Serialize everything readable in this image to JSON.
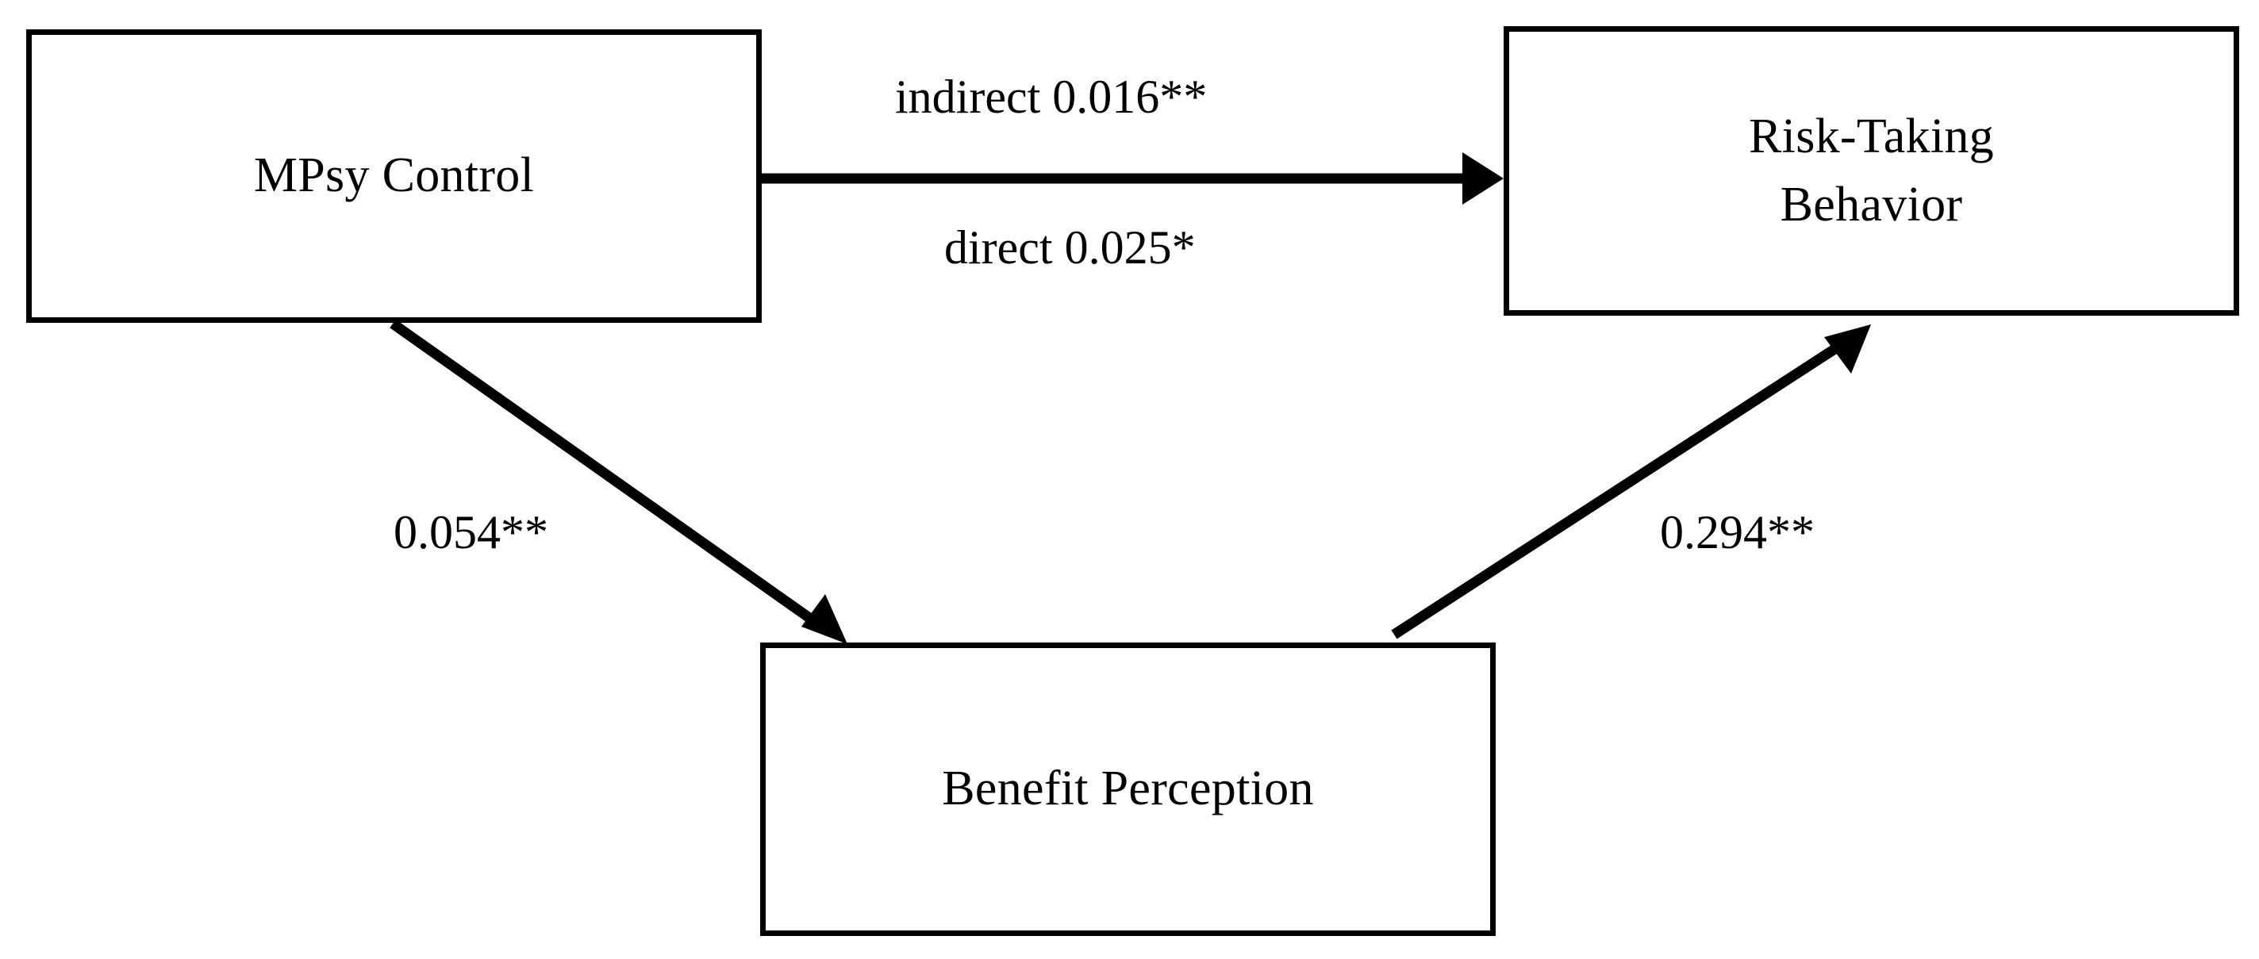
{
  "diagram": {
    "type": "mediation-path-diagram",
    "background_color": "#ffffff",
    "line_color": "#000000",
    "nodes": [
      {
        "id": "mpsy-control",
        "label": "MPsy Control",
        "lines": [
          "MPsy Control"
        ],
        "role": "independent-variable"
      },
      {
        "id": "risk-taking-behavior",
        "label": "Risk-Taking Behavior",
        "lines": [
          "Risk-Taking",
          "Behavior"
        ],
        "role": "dependent-variable"
      },
      {
        "id": "benefit-perception",
        "label": "Benefit Perception",
        "lines": [
          "Benefit Perception"
        ],
        "role": "mediator"
      }
    ],
    "edges": [
      {
        "id": "indirect-effect",
        "from": "mpsy-control",
        "to": "risk-taking-behavior",
        "label": "indirect 0.016**",
        "effect_type": "indirect",
        "coefficient": 0.016,
        "significance": "**"
      },
      {
        "id": "direct-effect",
        "from": "mpsy-control",
        "to": "risk-taking-behavior",
        "label": "direct 0.025*",
        "effect_type": "direct",
        "coefficient": 0.025,
        "significance": "*"
      },
      {
        "id": "a-path",
        "from": "mpsy-control",
        "to": "benefit-perception",
        "label": "0.054**",
        "effect_type": "a-path",
        "coefficient": 0.054,
        "significance": "**"
      },
      {
        "id": "b-path",
        "from": "benefit-perception",
        "to": "risk-taking-behavior",
        "label": "0.294**",
        "effect_type": "b-path",
        "coefficient": 0.294,
        "significance": "**"
      }
    ]
  }
}
